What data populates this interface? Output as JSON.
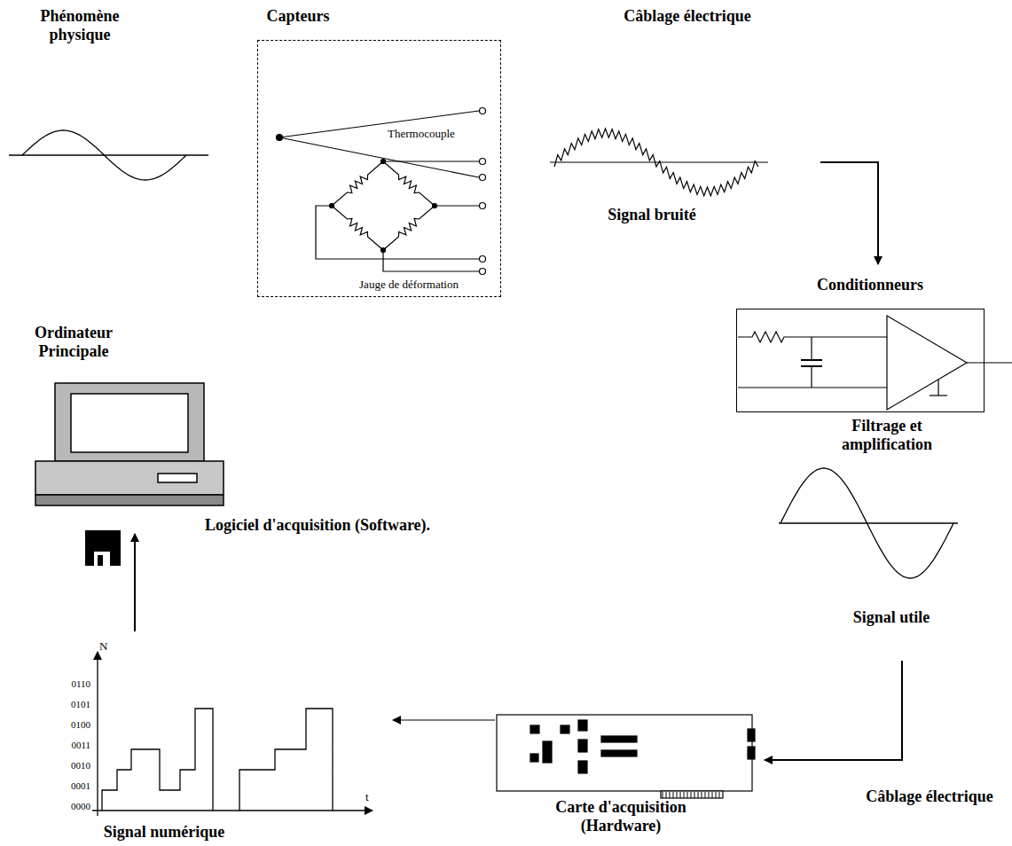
{
  "diagram": {
    "nodes": [
      {
        "text": [
          "Capteurs",
          "Thermocouple",
          "Jauge de déformation"
        ]
      },
      {
        "text": [
          "Conditionneurs"
        ]
      }
    ],
    "labels": [
      "Phénomène physique",
      "Câblage électrique",
      "Signal bruité",
      "Filtrage et amplification",
      "Signal utile",
      "Câblage électrique",
      "Carte d'acquisition (Hardware)",
      "Signal numérique",
      "N",
      "0110",
      "0101",
      "0100",
      "0011",
      "0010",
      "0001",
      "0000",
      "t",
      "Ordinateur Principale",
      "Logiciel d'acquisition (Software)."
    ]
  }
}
